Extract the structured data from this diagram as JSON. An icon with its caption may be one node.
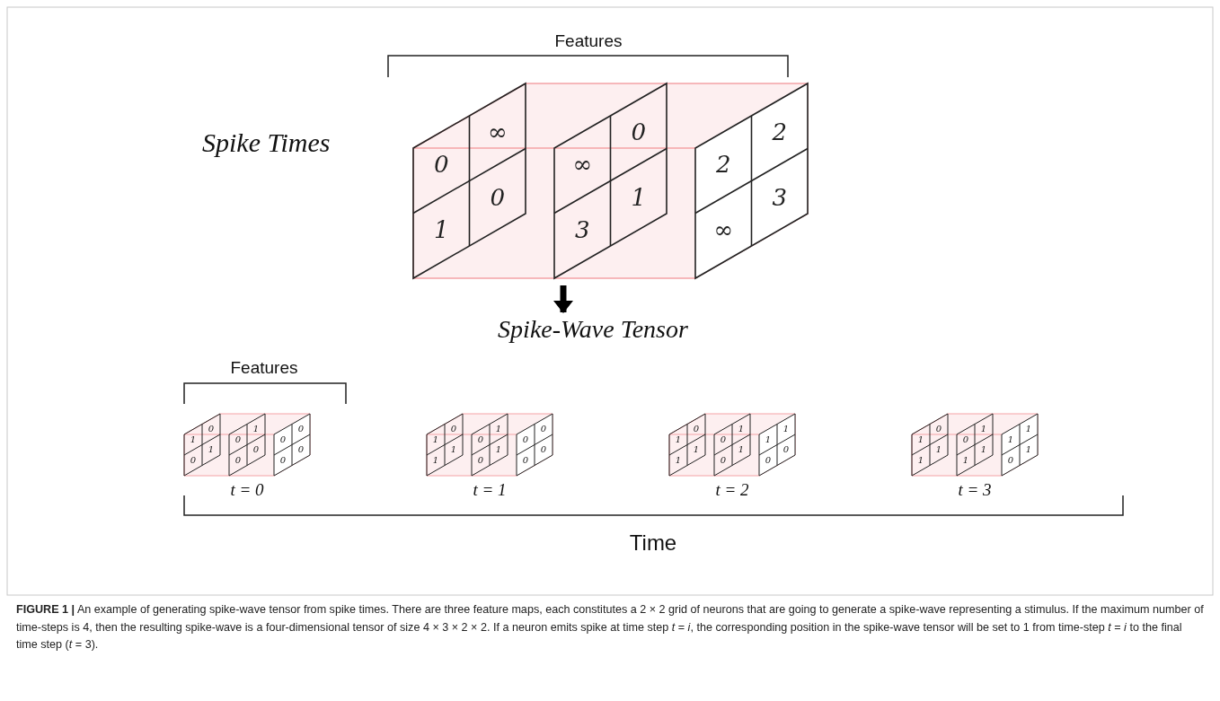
{
  "diagram": {
    "caption": "**FIGURE 1 |** An example of generating spike-wave tensor from spike times. There are three feature maps, each constitutes a 2 × 2 grid of neurons that are going to generate a spike-wave representing a stimulus. If the maximum number of time-steps is 4, then the resulting spike-wave is a four-dimensional tensor of size 4 × 3 × 2 × 2. If a neuron emits spike at time step *t* = *i*, the corresponding position in the spike-wave tensor will be set to 1 from time-step *t* = *i* to the final time step (*t* = 3).",
    "nodes": [
      {
        "text": [],
        "shape": "box",
        "beside": [
          "Spike Times"
        ]
      },
      {
        "text": [
          "0",
          "∞",
          "1",
          "0"
        ],
        "in": 0
      },
      {
        "text": [
          "∞",
          "0",
          "3",
          "1"
        ],
        "in": 0
      },
      {
        "text": [
          "2",
          "2",
          "∞",
          "3"
        ],
        "in": 0
      },
      {
        "text": [
          "Spike-Wave Tensor"
        ]
      },
      {
        "text": [],
        "shape": "box",
        "in": 4,
        "beside": [
          "t = 0"
        ]
      },
      {
        "text": [
          "1",
          "0",
          "0",
          "1"
        ],
        "in": 5
      },
      {
        "text": [
          "0",
          "1",
          "0",
          "0"
        ],
        "in": 5
      },
      {
        "text": [
          "0",
          "0",
          "0",
          "0"
        ],
        "in": 5
      },
      {
        "text": [],
        "shape": "box",
        "in": 4,
        "beside": [
          "t = 1"
        ]
      },
      {
        "text": [
          "1",
          "0",
          "1",
          "1"
        ],
        "in": 9
      },
      {
        "text": [
          "0",
          "1",
          "0",
          "1"
        ],
        "in": 9
      },
      {
        "text": [
          "0",
          "0",
          "0",
          "0"
        ],
        "in": 9
      },
      {
        "text": [],
        "shape": "box",
        "in": 4,
        "beside": [
          "t = 2"
        ]
      },
      {
        "text": [
          "1",
          "0",
          "1",
          "1"
        ],
        "in": 13
      },
      {
        "text": [
          "0",
          "1",
          "0",
          "1"
        ],
        "in": 13
      },
      {
        "text": [
          "1",
          "1",
          "0",
          "0"
        ],
        "in": 13
      },
      {
        "text": [],
        "shape": "box",
        "in": 4,
        "beside": [
          "t = 3"
        ]
      },
      {
        "text": [
          "1",
          "0",
          "1",
          "1"
        ],
        "in": 17
      },
      {
        "text": [
          "0",
          "1",
          "1",
          "1"
        ],
        "in": 17
      },
      {
        "text": [
          "1",
          "1",
          "0",
          "1"
        ],
        "in": 17
      }
    ],
    "edges": [
      {
        "from": 0,
        "to": 4,
        "arrow": "to"
      }
    ],
    "labels": [
      "Features",
      "Features",
      "Time"
    ]
  }
}
